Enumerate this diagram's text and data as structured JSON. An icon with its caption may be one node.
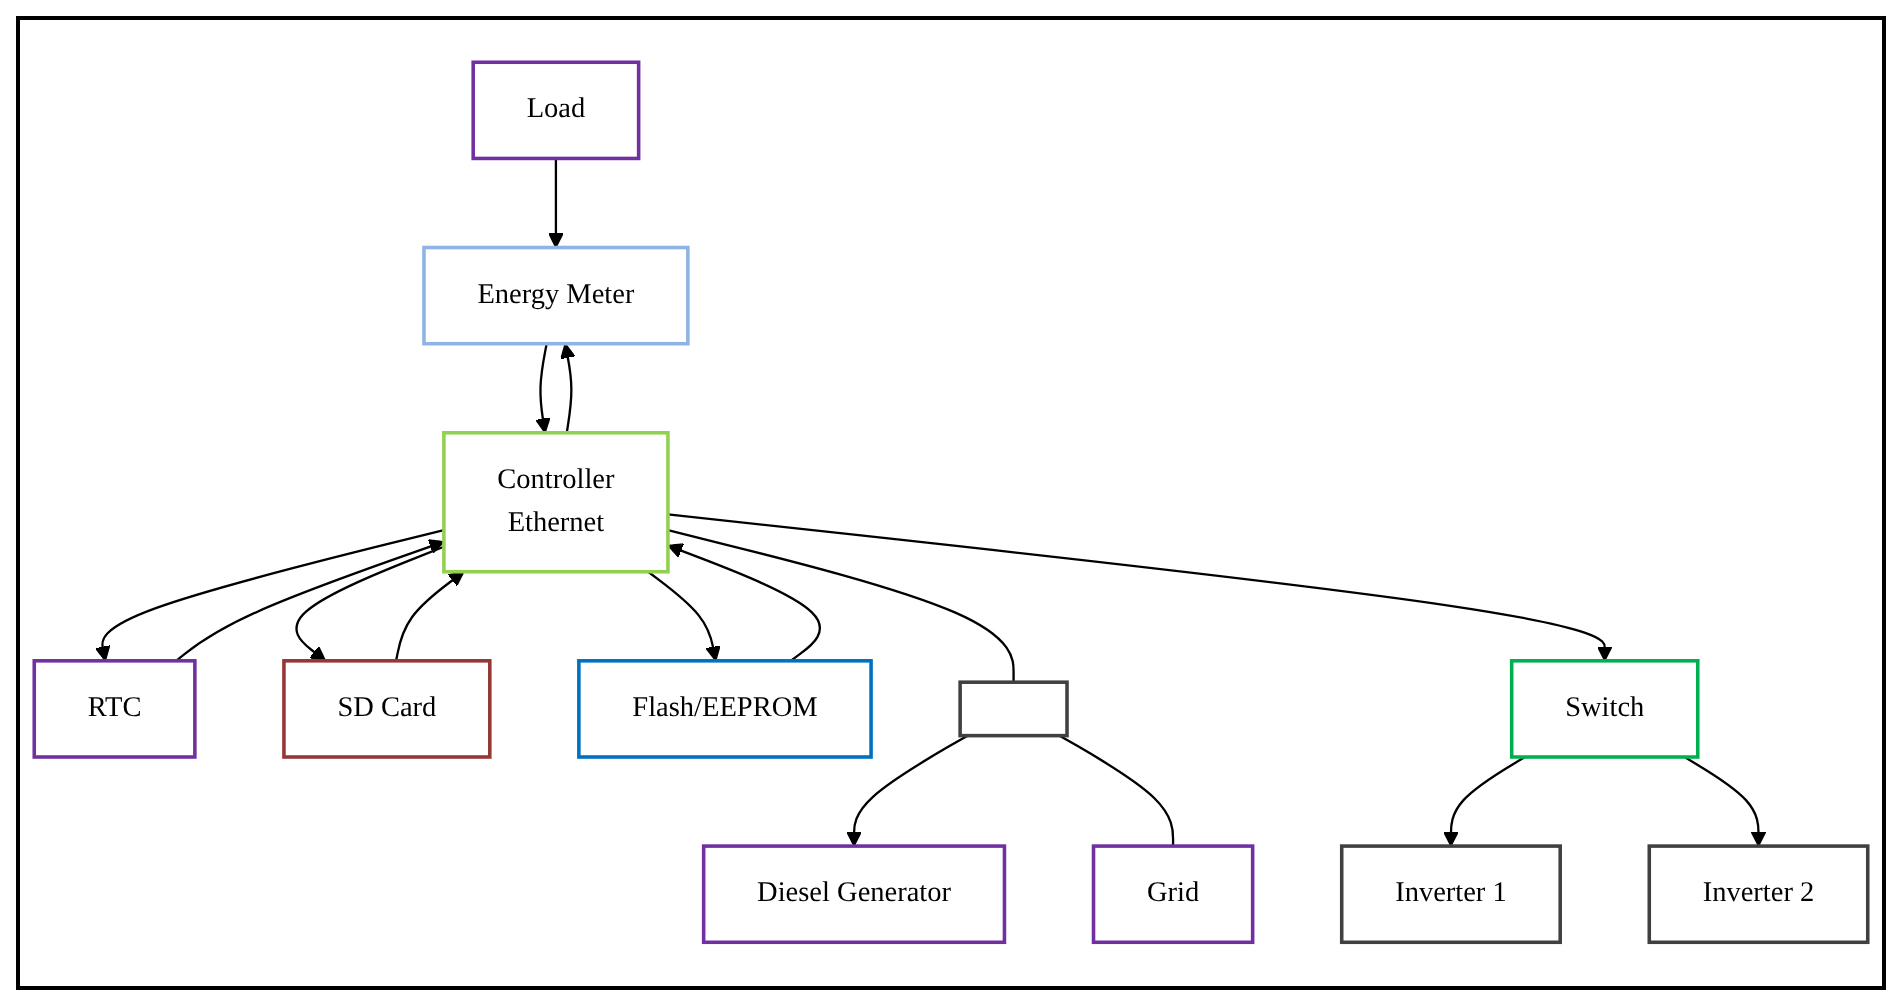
{
  "diagram": {
    "nodes": [
      {
        "text": [
          "Load"
        ]
      },
      {
        "text": [
          "RTC"
        ]
      },
      {
        "text": [
          "SD Card"
        ]
      },
      {
        "text": [
          "Flash/EEPROM"
        ]
      },
      {
        "text": [
          "Diesel Generator"
        ]
      },
      {
        "text": [
          "Energy Meter"
        ]
      },
      {
        "text": [
          "Controller",
          "Ethernet"
        ]
      },
      {
        "text": [],
        "shape": "box"
      },
      {
        "text": [
          "Grid"
        ]
      },
      {
        "text": [
          "Switch"
        ]
      },
      {
        "text": [
          "Inverter 1"
        ]
      },
      {
        "text": [
          "Inverter 2"
        ]
      }
    ],
    "edges": [
      {
        "from": 0,
        "to": 5,
        "arrow": "to"
      },
      {
        "from": 1,
        "to": 6,
        "arrow": "to"
      },
      {
        "from": 6,
        "to": 1,
        "arrow": "to"
      },
      {
        "from": 2,
        "to": 6,
        "arrow": "to"
      },
      {
        "from": 6,
        "to": 2,
        "arrow": "to"
      },
      {
        "from": 3,
        "to": 6,
        "arrow": "to"
      },
      {
        "from": 6,
        "to": 3,
        "arrow": "to"
      },
      {
        "from": 5,
        "to": 6,
        "arrow": "to"
      },
      {
        "from": 6,
        "to": 5,
        "arrow": "to"
      },
      {
        "from": 6,
        "to": 7,
        "arrow": "none"
      },
      {
        "from": 7,
        "to": 4,
        "arrow": "to"
      },
      {
        "from": 7,
        "to": 8,
        "arrow": "none"
      },
      {
        "from": 6,
        "to": 9,
        "arrow": "to"
      },
      {
        "from": 9,
        "to": 10,
        "arrow": "to"
      },
      {
        "from": 9,
        "to": 11,
        "arrow": "to"
      }
    ]
  }
}
